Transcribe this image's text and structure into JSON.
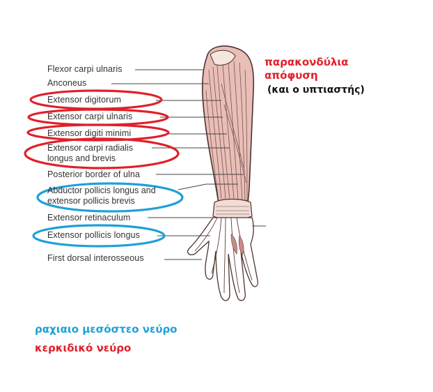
{
  "labels": {
    "flexor_carpi_ulnaris": "Flexor carpi ulnaris",
    "anconeus": "Anconeus",
    "extensor_digitorum": "Extensor digitorum",
    "extensor_carpi_ulnaris": "Extensor carpi ulnaris",
    "extensor_digiti_minimi": "Extensor digiti minimi",
    "extensor_carpi_radialis": "Extensor carpi radialis longus and brevis",
    "posterior_border_ulna": "Posterior border of ulna",
    "abductor_pollicis": "Abductor pollicis longus and extensor pollicis brevis",
    "extensor_retinaculum": "Extensor retinaculum",
    "extensor_pollicis_longus": "Extensor pollicis longus",
    "first_dorsal_interosseous": "First dorsal interosseous"
  },
  "greek": {
    "epicondyle_line1": "παρακονδύλια",
    "epicondyle_line2": "απόφυση",
    "supinator": "(και ο υπτιαστής)",
    "legend_blue": "ραχιαιο μεσόστεο νεύρο",
    "legend_red": "κερκιδικό νεύρο"
  },
  "colors": {
    "red_highlight": "#e0202a",
    "blue_highlight": "#1ea0d8",
    "muscle": "#e6b8b0",
    "muscle_line": "#5a3a36"
  }
}
